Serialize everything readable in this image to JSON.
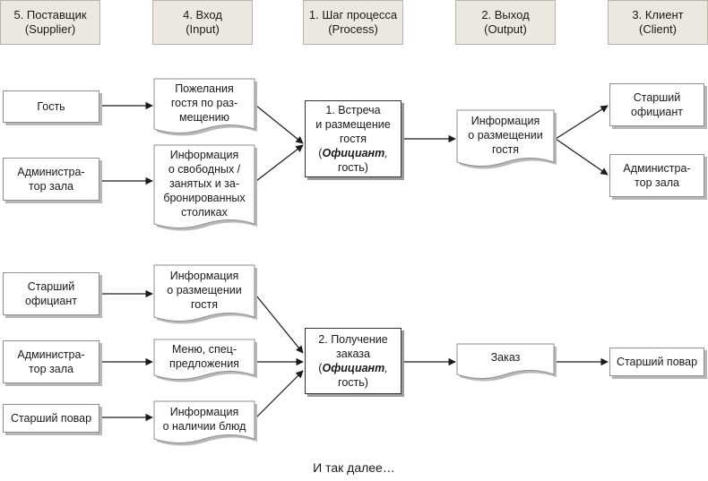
{
  "headers": [
    {
      "title": "5. Поставщик",
      "subtitle": "(Supplier)"
    },
    {
      "title": "4. Вход",
      "subtitle": "(Input)"
    },
    {
      "title": "1. Шаг процесса",
      "subtitle": "(Process)"
    },
    {
      "title": "2. Выход",
      "subtitle": "(Output)"
    },
    {
      "title": "3. Клиент",
      "subtitle": "(Client)"
    }
  ],
  "row1": {
    "suppliers": [
      "Гость",
      "Администра-\nтор зала"
    ],
    "inputs": [
      "Пожелания\nгостя по раз-\nмещению",
      "Информация\nо свободных /\nзанятых и за-\nбронированных\nстоликах"
    ],
    "process": {
      "lines": [
        "1. Встреча",
        "и размещение",
        "гостя"
      ],
      "role": "Официант",
      "suffix": ","
    },
    "process_last": "гость)",
    "output": "Информация\nо размещении\nгостя",
    "clients": [
      "Старший\nофициант",
      "Администра-\nтор зала"
    ]
  },
  "row2": {
    "suppliers": [
      "Старший\nофициант",
      "Администра-\nтор зала",
      "Старший повар"
    ],
    "inputs": [
      "Информация\nо размещении\nгостя",
      "Меню, спец-\nпредложения",
      "Информация\nо наличии блюд"
    ],
    "process": {
      "lines": [
        "2. Получение",
        "заказа"
      ],
      "role": "Официант",
      "suffix": ","
    },
    "process_last": "гость)",
    "output": "Заказ",
    "client": "Старший повар"
  },
  "footer": "И так далее…"
}
